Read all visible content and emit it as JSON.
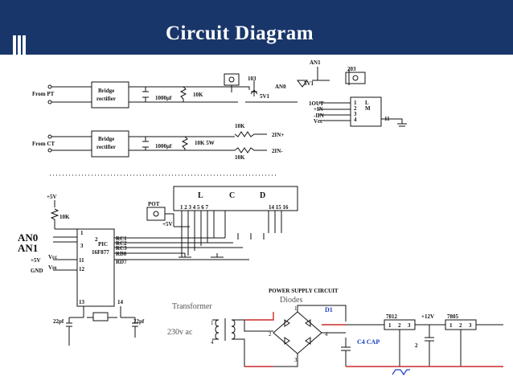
{
  "slide": {
    "title": "Circuit Diagram",
    "theme_color": "#19366a"
  },
  "schematic": {
    "wire_color": "#111111",
    "rail_color": "#cc2b2b",
    "annotation_color": "#1a3fbf",
    "sensing": {
      "from_pt": "From PT",
      "from_ct": "From CT",
      "bridge_rectifier": "Bridge rectifier",
      "bridge_line1": "Bridge",
      "bridge_line2": "rectifier",
      "cap_1000uf": "1000µf",
      "res_10k": "10K",
      "res_10k_5w": "10K 5W",
      "an1": "AN1",
      "an0": "AN0",
      "zener": "5V1",
      "ic_203": "203",
      "ic_103": "103",
      "in_2": "2IN+",
      "in_2n": "2IN-",
      "out_pin": "1OUT",
      "plus_in": "+IN",
      "minus_in": "-IIN",
      "vcc": "Vcc",
      "lm_label_l": "L",
      "lm_label_m": "M",
      "pins": [
        "1",
        "2",
        "3",
        "4"
      ],
      "pin_11": "11"
    },
    "mcu": {
      "plus5v": "+5V",
      "res_10k": "10K",
      "an0": "AN0",
      "an1": "AN1",
      "pin1": "1",
      "pin2": "2",
      "pin3": "3",
      "pic": "PIC",
      "part": "16F877",
      "pins_right": [
        "RC1",
        "RC2",
        "RC3",
        "RB0",
        "RD7"
      ],
      "vcc": "Vcc",
      "vss": "Vss",
      "gnd": "GND",
      "pin11": "11",
      "pin12": "12",
      "pin13": "13",
      "pin14": "14",
      "cap_left": "22pf",
      "cap_right": "22pf",
      "pot": "POT",
      "pot_supply": "+5V"
    },
    "lcd": {
      "letters": [
        "L",
        "C",
        "D"
      ],
      "pins_left": "1 2 3  4  5  6  7",
      "pins_right": "14 15 16"
    },
    "power_supply": {
      "heading": "POWER SUPPLY CIRCUIT",
      "transformer": "Transformer",
      "diodes": "Diodes",
      "d1": "D1",
      "mains": "230v ac",
      "cap": "C4 CAP",
      "reg_7812": "7812",
      "reg_7805": "7805",
      "out_12v": "+12V",
      "reg_pins": [
        "1",
        "2",
        "3"
      ],
      "bridge_pins": [
        "1",
        "2",
        "3",
        "4"
      ],
      "tx_pins": [
        "1",
        "4"
      ]
    }
  }
}
